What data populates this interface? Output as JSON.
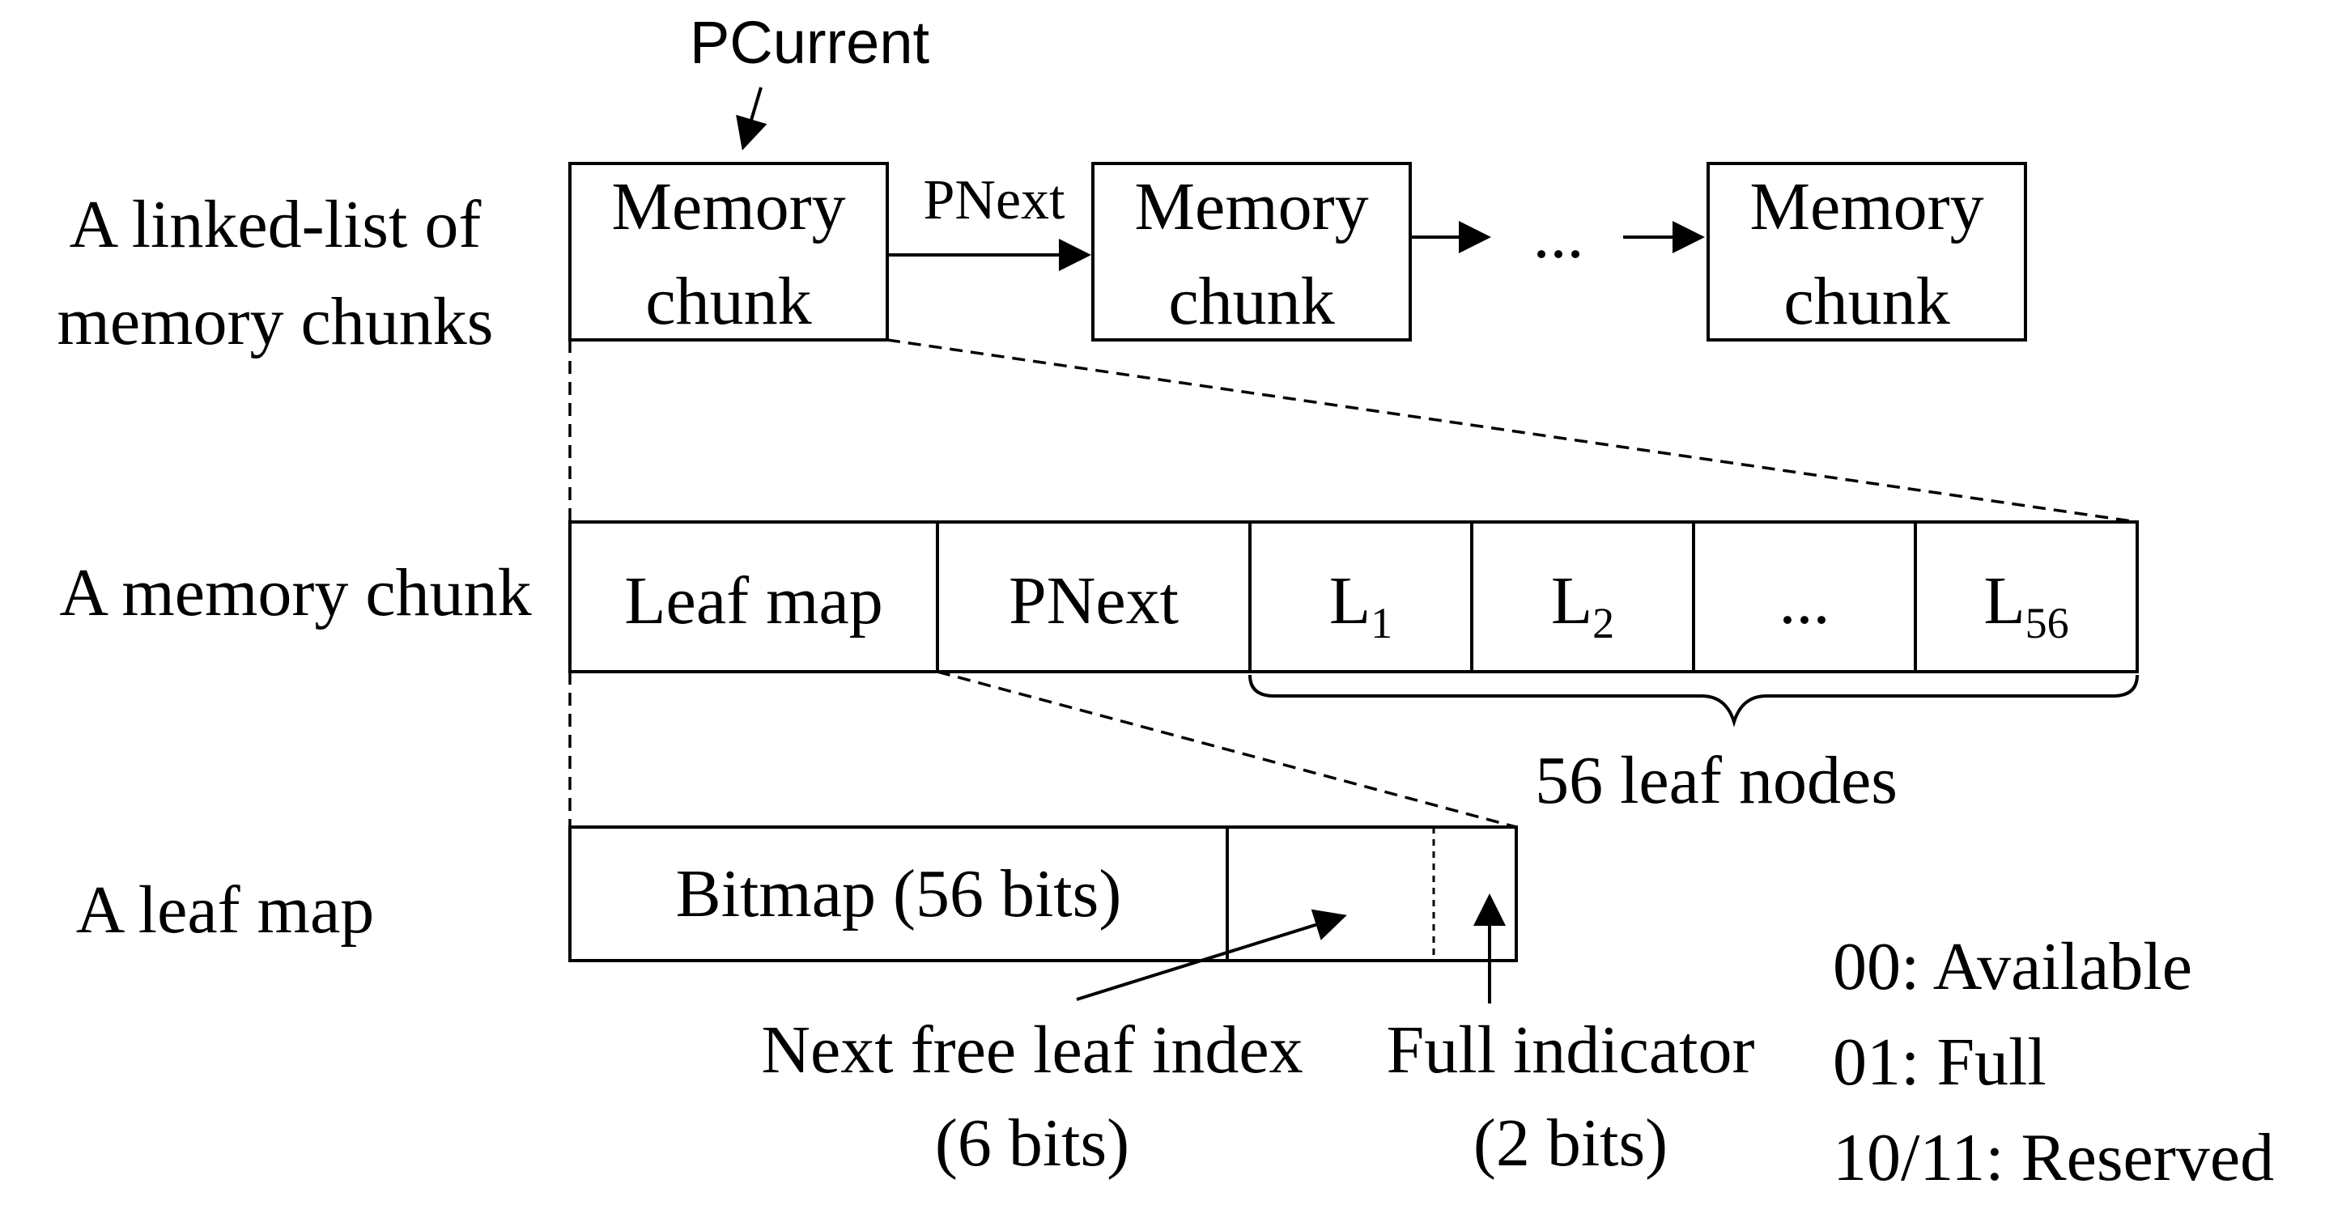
{
  "pointer_label": "PCurrent",
  "rows": {
    "linked_list": "A linked-list of memory chunks",
    "linked_list_line1": "A linked-list of",
    "linked_list_line2": "memory chunks",
    "memory_chunk": "A memory chunk",
    "leaf_map": "A leaf map"
  },
  "chunk_box": {
    "line1": "Memory",
    "line2": "chunk"
  },
  "pnext_arrow_label": "PNext",
  "ellipsis": "...",
  "chunk_fields": {
    "leaf_map": "Leaf map",
    "pnext": "PNext",
    "leaves": [
      {
        "base": "L",
        "sub": "1"
      },
      {
        "base": "L",
        "sub": "2"
      },
      {
        "base": "...",
        "sub": ""
      },
      {
        "base": "L",
        "sub": "56"
      }
    ]
  },
  "leaf_nodes_caption": "56 leaf nodes",
  "bitmap_label": "Bitmap (56 bits)",
  "next_free": {
    "line1": "Next free leaf index",
    "line2": "(6 bits)"
  },
  "full_indicator": {
    "line1": "Full indicator",
    "line2": "(2 bits)"
  },
  "legend": [
    "00: Available",
    "01: Full",
    "10/11: Reserved"
  ]
}
